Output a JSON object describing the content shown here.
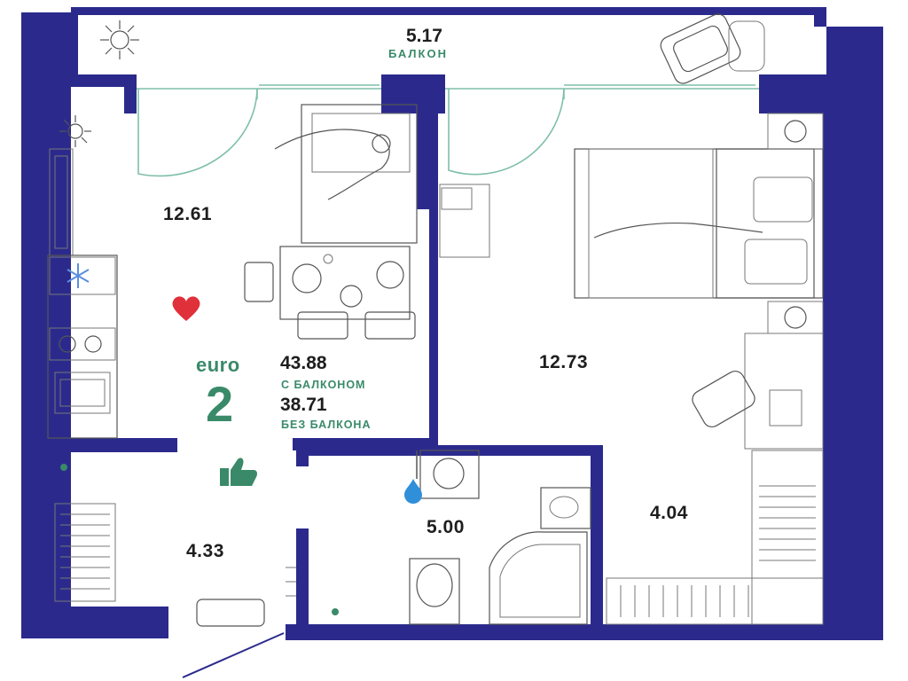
{
  "balcony": {
    "area": "5.17",
    "label": "БАЛКОН"
  },
  "rooms": {
    "living_kitchen": "12.61",
    "bedroom": "12.73",
    "hall": "4.33",
    "bathroom": "5.00",
    "wardrobe": "4.04"
  },
  "summary": {
    "type": "euro",
    "room_count": "2",
    "total_with_balcony": "43.88",
    "with_balcony_label": "С БАЛКОНОМ",
    "total_without_balcony": "38.71",
    "without_balcony_label": "БЕЗ БАЛКОНА"
  },
  "colors": {
    "walls": "#2b2a8c",
    "accent_green": "#3a8a6a",
    "heart": "#e0303a",
    "water_drop": "#2f8fd8",
    "snowflake": "#5b8fe0"
  },
  "icons": [
    "heart-icon",
    "thumbs-up-icon",
    "snowflake-icon",
    "water-drop-icon",
    "sun-icon"
  ]
}
